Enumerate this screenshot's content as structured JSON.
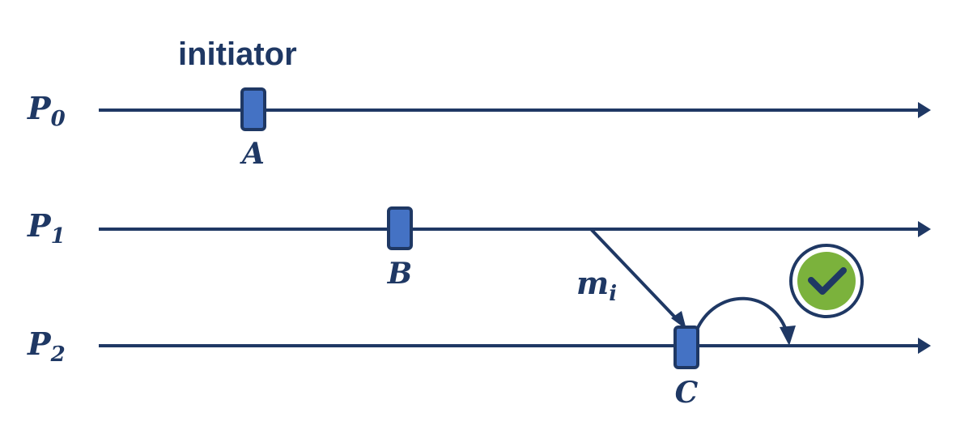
{
  "title": "initiator",
  "colors": {
    "line": "#1f3864",
    "marker_fill": "#4472c4",
    "marker_stroke": "#1f3864",
    "check_fill": "#7bb23c",
    "check_stroke": "#1f3864",
    "check_mark": "#1f3864"
  },
  "processes": [
    {
      "label_main": "P",
      "label_sub": "0"
    },
    {
      "label_main": "P",
      "label_sub": "1"
    },
    {
      "label_main": "P",
      "label_sub": "2"
    }
  ],
  "events": [
    {
      "label": "A"
    },
    {
      "label": "B"
    },
    {
      "label": "C"
    }
  ],
  "message": {
    "label_main": "m",
    "label_sub": "i"
  },
  "icons": {
    "check": "checkmark-circle-icon"
  }
}
